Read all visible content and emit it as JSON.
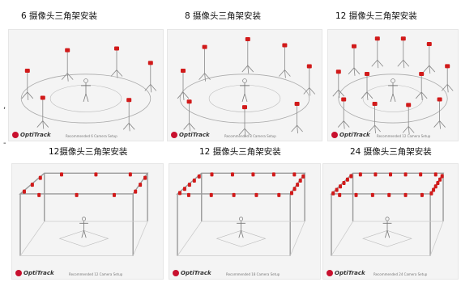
{
  "panels": [
    {
      "title": "6  摄像头三角架安装",
      "brand": "OptiTrack",
      "caption": "Recommended 6 Camera Setup",
      "layout": "tripod"
    },
    {
      "title": "8  摄像头三角架安装",
      "brand": "OptiTrack",
      "caption": "Recommended 8 Camera Setup",
      "layout": "tripod"
    },
    {
      "title": "12  摄像头三角架安装",
      "brand": "OptiTrack",
      "caption": "Recommended 12 Camera Setup",
      "layout": "tripod"
    },
    {
      "title": "12摄像头三角架安装",
      "brand": "OptiTrack",
      "caption": "Recommended 12 Camera Setup",
      "layout": "truss"
    },
    {
      "title": "12  摄像头三角架安装",
      "brand": "OptiTrack",
      "caption": "Recommended 18 Camera Setup",
      "layout": "truss"
    },
    {
      "title": "24  摄像头三角架安装",
      "brand": "OptiTrack",
      "caption": "Recommended 24 Camera Setup",
      "layout": "truss"
    }
  ],
  "stray_marks": [
    ",",
    "-"
  ],
  "colors": {
    "camera": "#d11a1a",
    "line": "#9a9a9a",
    "background": "#f4f4f4"
  }
}
